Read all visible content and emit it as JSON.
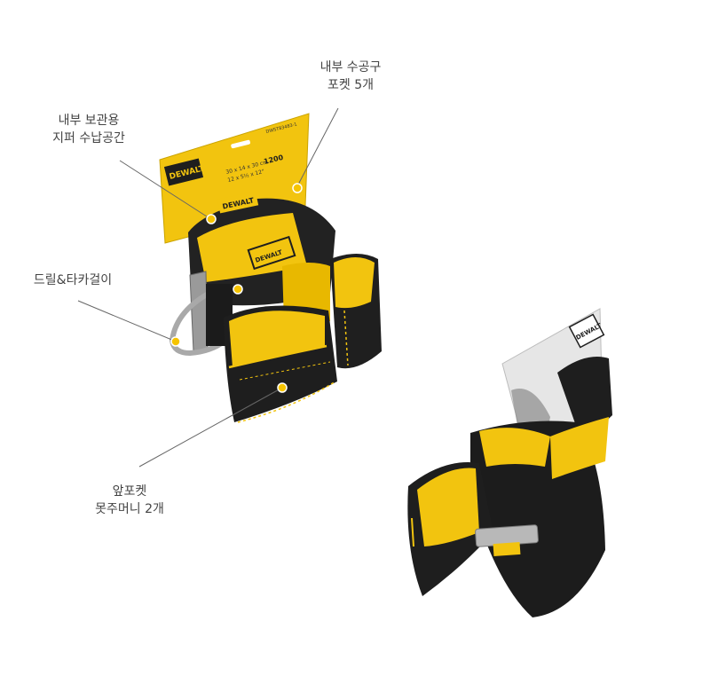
{
  "callouts": {
    "inner_pocket": {
      "line1": "내부 수공구",
      "line2": "포켓 5개"
    },
    "zipper_storage": {
      "line1": "내부 보관용",
      "line2": "지퍼 수납공간"
    },
    "hook": {
      "line1": "드릴&타카걸이"
    },
    "front_pocket": {
      "line1": "앞포켓",
      "line2": "못주머니 2개"
    }
  },
  "product": {
    "brand": "DEWALT",
    "card_spec1": "30 x 14 x 30 cm",
    "card_spec2": "12 x 5½ x 12\"",
    "card_rating": "1200",
    "card_code": "DWST83483-1"
  },
  "colors": {
    "accent_yellow": "#f2c40f",
    "bag_black": "#1e1e1e",
    "dot_yellow": "#f6c400",
    "leader_gray": "#666666"
  }
}
